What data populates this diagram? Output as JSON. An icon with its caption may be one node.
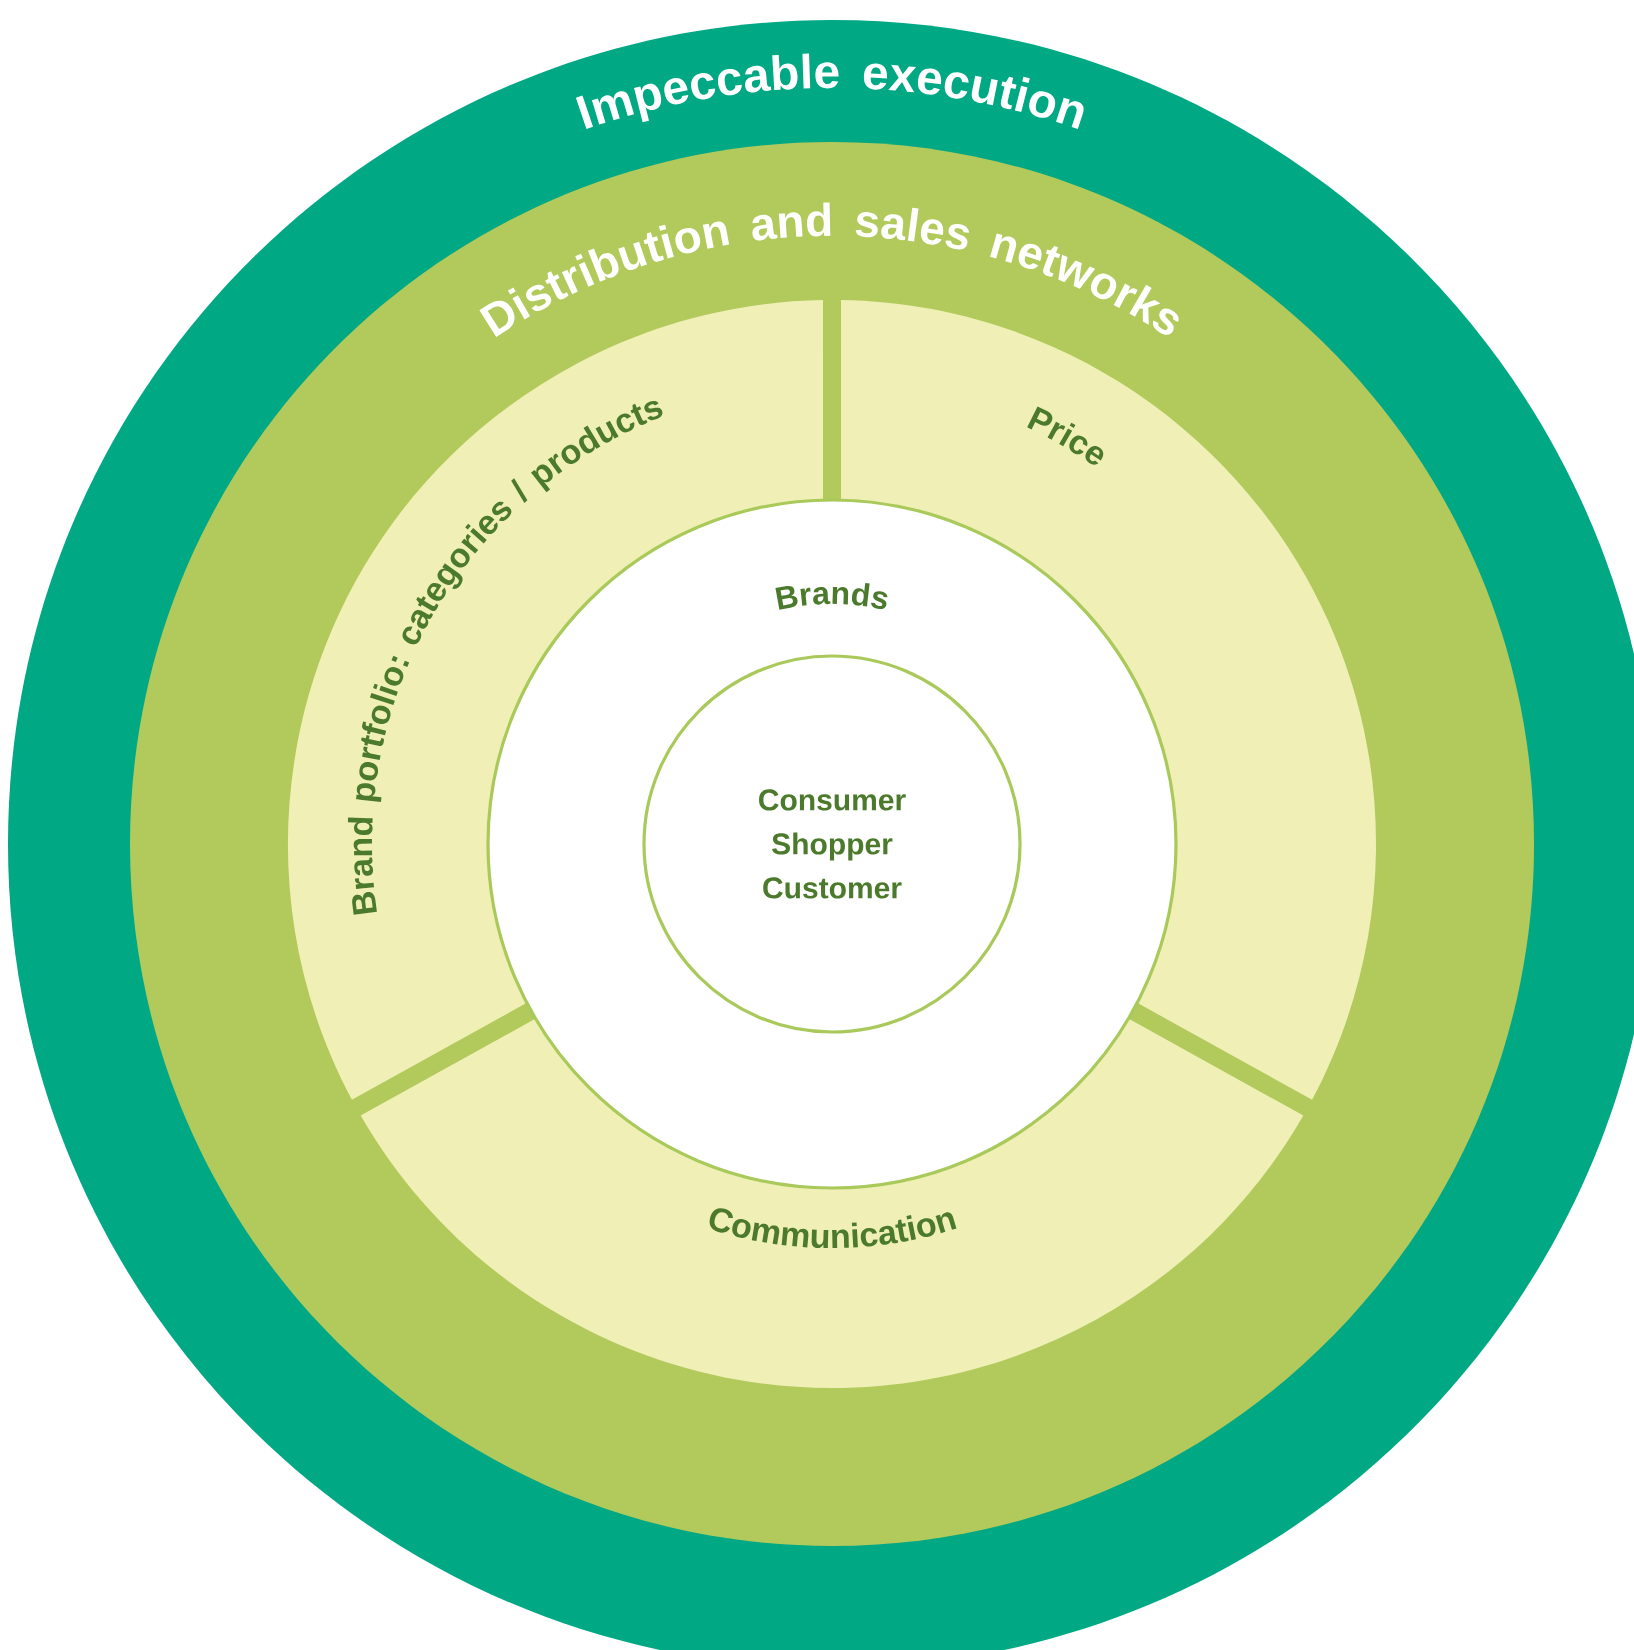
{
  "diagram": {
    "nodes": [
      {
        "text": [
          "Impeccable execution"
        ]
      },
      {
        "text": [
          "Distribution and sales networks"
        ],
        "in": 0
      },
      {
        "text": [
          "Brand portfolio: categories / products"
        ],
        "in": 1
      },
      {
        "text": [
          "Price"
        ],
        "in": 1
      },
      {
        "text": [
          "Communication"
        ],
        "in": 1
      },
      {
        "text": [
          "Brands"
        ],
        "in": 1
      },
      {
        "text": [
          "Consumer Shopper Customer"
        ],
        "in": 5
      }
    ]
  }
}
